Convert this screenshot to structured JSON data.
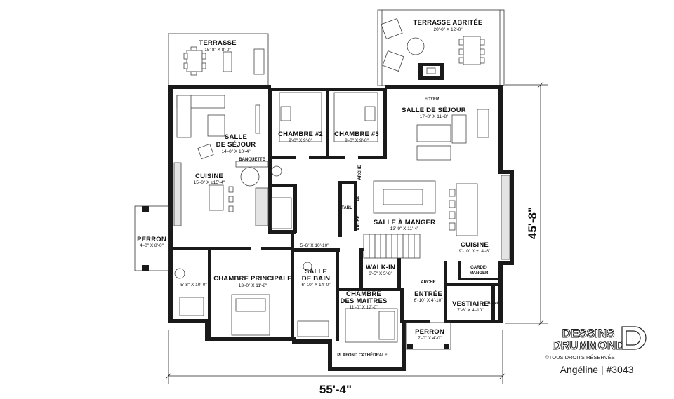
{
  "rooms": {
    "terrasse": {
      "name": "TERRASSE",
      "dim": "15'-8\" X 8'-0\""
    },
    "terrasse_abritee": {
      "name": "TERRASSE ABRITÉE",
      "dim": "20'-0\" X 12'-0\""
    },
    "salle_sejour_1": {
      "name_l1": "SALLE",
      "name_l2": "DE SÉJOUR",
      "dim": "14'-0\" X 10'-4\""
    },
    "chambre2": {
      "name": "CHAMBRE #2",
      "dim": "9'-0\" X 9'-0\""
    },
    "chambre3": {
      "name": "CHAMBRE #3",
      "dim": "9'-0\" X 9'-0\""
    },
    "foyer": {
      "name": "FOYER"
    },
    "salle_sejour_2": {
      "name": "SALLE DE SÉJOUR",
      "dim": "17'-8\" X 11'-8\""
    },
    "banquette": {
      "name": "BANQUETTE"
    },
    "cuisine_1": {
      "name": "CUISINE",
      "dim": "15'-0\" X ±15'-4\""
    },
    "arche_v1": {
      "name": "ARCHE"
    },
    "tabl": {
      "name": "TABL"
    },
    "lav": {
      "name": "LAV."
    },
    "arche_v2": {
      "name": "ARCHE"
    },
    "salle_manger": {
      "name": "SALLE À MANGER",
      "dim": "13'-9\" X 11'-4\""
    },
    "perron_1": {
      "name": "PERRON",
      "dim": "4'-0\" X 8'-0\""
    },
    "sdb_dim": {
      "dim": "5'-6\" X 10'-10\""
    },
    "cuisine_2": {
      "name": "CUISINE",
      "dim": "9'-10\" X ±14'-6\""
    },
    "garde_manger": {
      "name_l1": "GARDE-",
      "name_l2": "MANGER"
    },
    "walkin": {
      "name": "WALK-IN",
      "dim": "6'-5\" X 5'-8\""
    },
    "salle_bain": {
      "name_l1": "SALLE",
      "name_l2": "DE BAIN",
      "dim": "6'-10\" X 14'-0\""
    },
    "chambre_principale": {
      "name": "CHAMBRE PRINCIPALE",
      "dim": "13'-0\" X 11'-8\""
    },
    "ensuite_dim": {
      "dim": "5'-8\" X 10'-0\""
    },
    "arche_h": {
      "name": "ARCHE"
    },
    "entree": {
      "name": "ENTRÉE",
      "dim": "6'-10\" X 4'-10\""
    },
    "vestiaire": {
      "name": "VESTIAIRE",
      "dim": "7'-6\" X 4'-10\""
    },
    "banc": {
      "name": "BANC"
    },
    "chambre_maitres": {
      "name_l1": "CHAMBRE",
      "name_l2": "DES MAITRES",
      "dim": "11'-0\" X 12'-0\""
    },
    "perron_2": {
      "name": "PERRON",
      "dim": "7'-0\" X 4'-0\""
    },
    "plafond": {
      "name": "PLAFOND CATHÉDRALE"
    }
  },
  "dimensions": {
    "width": "55'-4\"",
    "depth": "45'-8\""
  },
  "brand": {
    "line1": "DESSINS",
    "line2": "DRUMMOND",
    "rights": "©TOUS DROITS RÉSERVÉS",
    "model": "Angéline  |  #3043"
  }
}
